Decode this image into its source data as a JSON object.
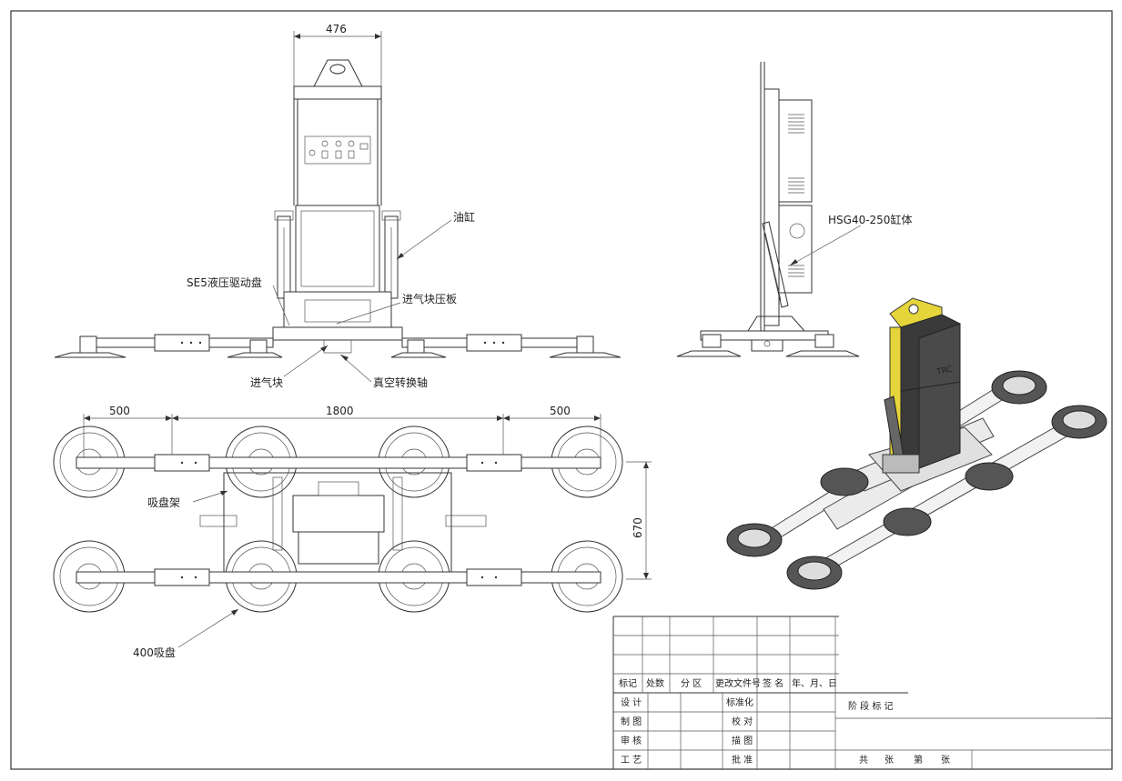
{
  "dimensions": {
    "top_width": "476",
    "left_span": "500",
    "center_span": "1800",
    "right_span": "500",
    "frame_depth": "670"
  },
  "labels": {
    "cylinder": "油缸",
    "drive_disc": "SE5液压驱动盘",
    "inlet_block_plate": "进气块压板",
    "inlet_block": "进气块",
    "vacuum_shaft": "真空转换轴",
    "cylinder_body": "HSG40-250缸体",
    "suction_frame": "吸盘架",
    "suction_cup": "400吸盘"
  },
  "title_block": {
    "headers": [
      "标记",
      "处数",
      "分 区",
      "更改文件号",
      "签 名",
      "年、月、日"
    ],
    "left_rows": [
      "设 计",
      "制 图",
      "审 核",
      "工 艺"
    ],
    "mid_rows": [
      "标准化",
      "校 对",
      "描 图",
      "批 准"
    ],
    "stage_mark": "阶 段 标 记",
    "sheet_info": [
      "共",
      "张",
      "第",
      "张"
    ]
  },
  "logo_text": "TRC",
  "colors": {
    "line": "#333333",
    "yellow": "#e6d53a",
    "dark_box": "#3a3a3a",
    "suction_grey": "#555555"
  }
}
